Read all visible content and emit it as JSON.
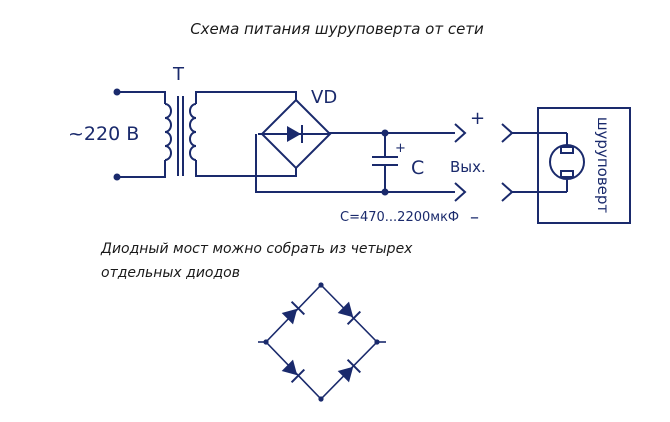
{
  "title": "Схема питания шуруповерта от сети",
  "labels": {
    "transformer": "T",
    "input_voltage": "~220 В",
    "bridge": "VD",
    "capacitor": "С",
    "cap_plus": "+",
    "output": "Вых.",
    "out_plus": "+",
    "out_minus": "–",
    "cap_value": "С=470...2200мкФ",
    "motor": "шуруповерт"
  },
  "note": {
    "line1": "Диодный мост можно собрать из четырех",
    "line2": "отдельных диодов"
  },
  "colors": {
    "ink": "#1a2a6c",
    "text": "#1a1a1a"
  }
}
